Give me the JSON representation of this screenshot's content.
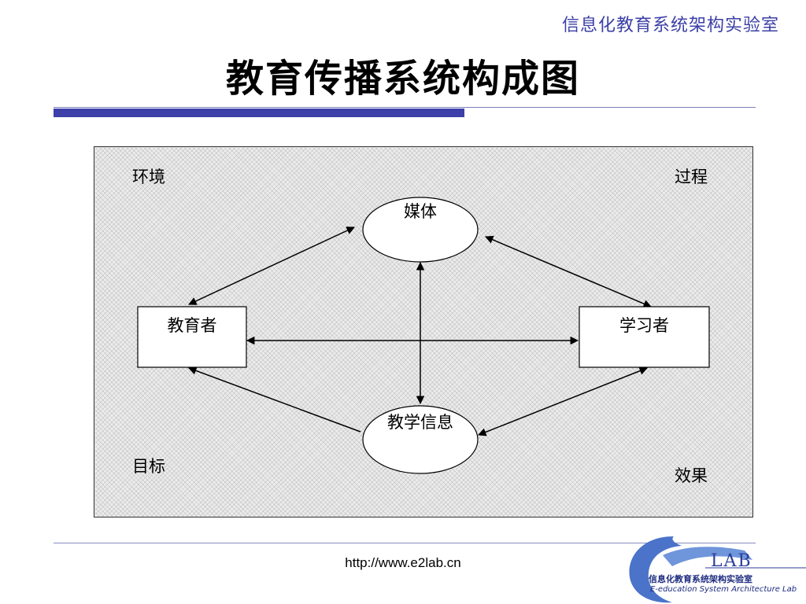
{
  "header": {
    "lab_name": "信息化教育系统架构实验室",
    "title": "教育传播系统构成图"
  },
  "diagram": {
    "corners": {
      "top_left": "环境",
      "top_right": "过程",
      "bottom_left": "目标",
      "bottom_right": "效果"
    },
    "nodes": {
      "media": "媒体",
      "educator": "教育者",
      "learner": "学习者",
      "teaching_info": "教学信息"
    }
  },
  "footer": {
    "url": "http://www.e2lab.cn",
    "logo_text": "LAB",
    "logo_cn": "信息化教育系统架构实验室",
    "logo_en": "E-education System Architecture Lab"
  },
  "colors": {
    "accent": "#3c40a8",
    "lab_name": "#3b3fa6"
  }
}
